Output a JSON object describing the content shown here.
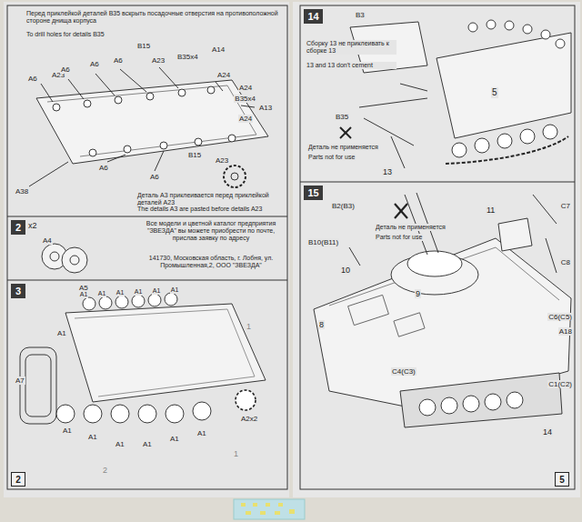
{
  "diagram": {
    "nodes": [
      {
        "text": [
          "2"
        ]
      },
      {
        "text": [
          "3"
        ]
      },
      {
        "text": [
          "2"
        ]
      },
      {
        "text": [
          "14"
        ]
      },
      {
        "text": [
          "15"
        ]
      },
      {
        "text": [
          "5"
        ]
      }
    ],
    "labels": [
      "Перед приклейкой деталей B35 вскрыть посадочные отверстия на противоположной стороне днища корпуса",
      "To drill holes for details B35",
      "B15",
      "A14",
      "A23",
      "A6",
      "A6",
      "A6",
      "A6",
      "A23",
      "B35x4",
      "A24",
      "A24",
      "B35x4",
      "A24",
      "A13",
      "B15",
      "A23",
      "A6",
      "A6",
      "A38",
      "Деталь A3 приклеивается перед приклейкой деталей A23",
      "The details A3 are pasted before details A23",
      "x2",
      "A4",
      "Все модели и цветной каталог предприятия \"ЗВЕЗДА\" вы можете приобрести по почте, прислав заявку по адресу",
      "141730, Московская область, г. Лобня, ул. Промышленная,2, ООО \"ЗВЕЗДА\"",
      "A5",
      "A1",
      "A1",
      "A1",
      "A1",
      "A1",
      "A1",
      "A1",
      "A7",
      "A1",
      "A1",
      "A1",
      "A1",
      "A1",
      "A1",
      "A2x2",
      "1",
      "1",
      "2",
      "B3",
      "Сборку 13 не приклеивать к сборке 13",
      "13 and 13 don't cement",
      "5",
      "B35",
      "Деталь не применяется",
      "Parts not for use",
      "13",
      "B2(B3)",
      "Деталь не применяется",
      "Parts not for use",
      "B10(B11)",
      "10",
      "9",
      "11",
      "C7",
      "C8",
      "8",
      "C4(C3)",
      "C6(C5)",
      "A18",
      "C1(C2)",
      "14"
    ]
  }
}
